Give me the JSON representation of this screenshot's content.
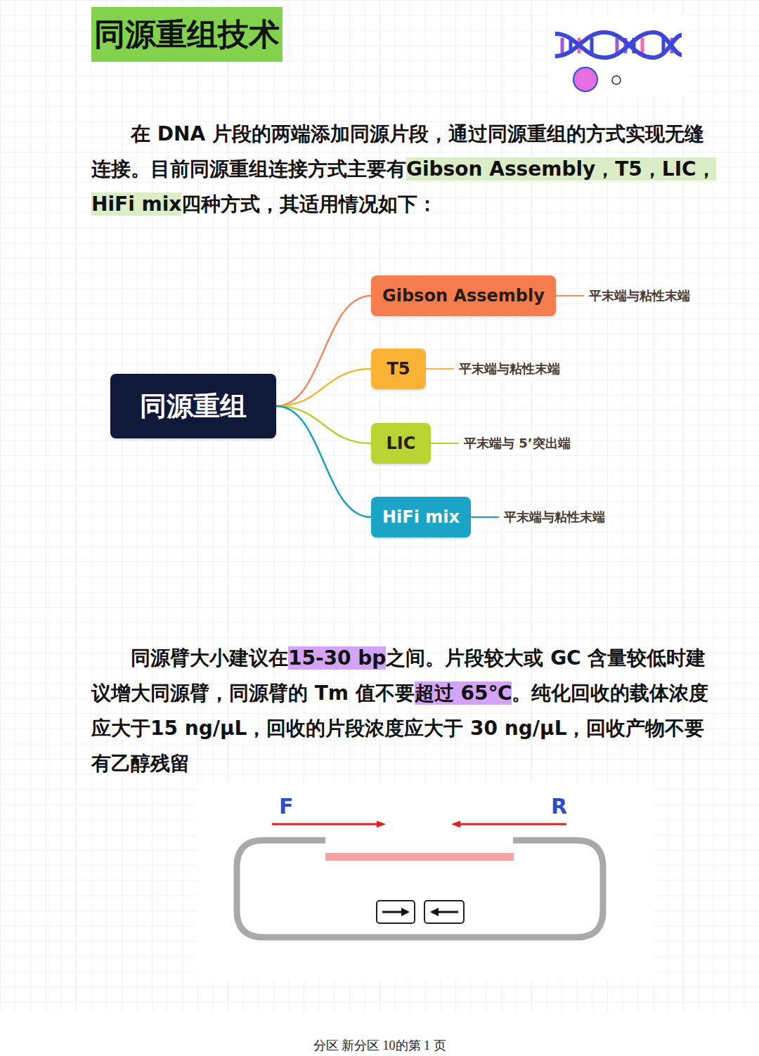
{
  "diagram": {
    "title": "同源重组技术",
    "nodes": [
      {
        "text": [
          "同源重组"
        ]
      },
      {
        "text": [
          "Gibson Assembly"
        ]
      },
      {
        "text": [
          "T5"
        ]
      },
      {
        "text": [
          "LIC"
        ]
      },
      {
        "text": [
          "HiFi mix"
        ]
      }
    ],
    "edges": [
      {
        "from": 0,
        "to": 1,
        "arrow": "none"
      },
      {
        "from": 0,
        "to": 2,
        "arrow": "none"
      },
      {
        "from": 0,
        "to": 3,
        "arrow": "none"
      },
      {
        "from": 0,
        "to": 4,
        "arrow": "none"
      }
    ],
    "labels": [
      "在 DNA 片段的两端添加同源片段，通过同源重组的方式实现无缝连接。目前同源重组连接方式主要有",
      "Gibson Assembly，T5，LIC，HiFi mix",
      "四种方式，其适用情况如下：",
      "平末端与粘性末端",
      "平末端与粘性末端",
      "平末端与 5’突出端",
      "平末端与粘性末端",
      "同源臂大小建议在",
      "15-30 bp",
      "之间。片段较大或 GC 含量较低时建议增大同源臂，同源臂的 Tm 值不要",
      "超过 65℃",
      "。纯化回收的载体浓度应大于15 ng/μL，回收的片段浓度应大于 30 ng/μL，回收产物不要有乙醇残留",
      "F",
      "R",
      "分区 新分区 10的第 1 页"
    ]
  }
}
